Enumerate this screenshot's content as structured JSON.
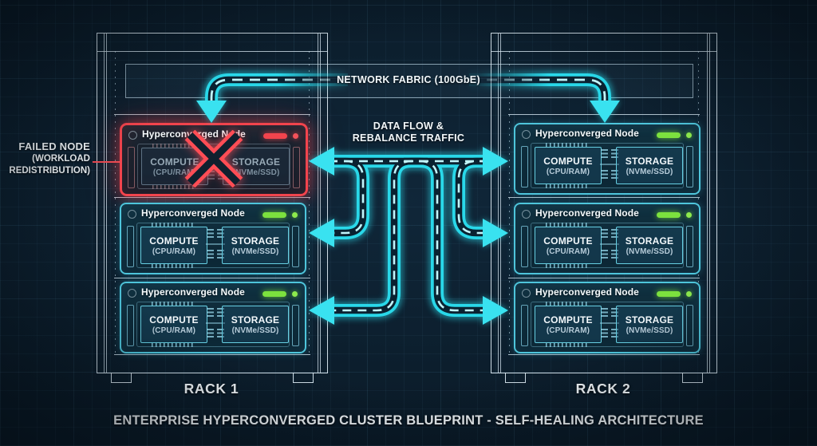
{
  "diagram_title": "ENTERPRISE HYPERCONVERGED CLUSTER BLUEPRINT - SELF-HEALING ARCHITECTURE",
  "network_fabric": {
    "label": "NETWORK FABRIC (100GbE)"
  },
  "data_flow_label": {
    "line1": "DATA FLOW &",
    "line2": "REBALANCE TRAFFIC"
  },
  "failed_node_callout": {
    "line1": "FAILED NODE",
    "line2": "(WORKLOAD",
    "line3": "REDISTRIBUTION)"
  },
  "node_template": {
    "title": "Hyperconverged Node",
    "compute": {
      "label": "COMPUTE",
      "sublabel": "(CPU/RAM)"
    },
    "storage": {
      "label": "STORAGE",
      "sublabel": "(NVMe/SSD)"
    }
  },
  "racks": [
    {
      "label": "RACK 1",
      "nodes": [
        {
          "status": "failed"
        },
        {
          "status": "healthy"
        },
        {
          "status": "healthy"
        }
      ]
    },
    {
      "label": "RACK 2",
      "nodes": [
        {
          "status": "healthy"
        },
        {
          "status": "healthy"
        },
        {
          "status": "healthy"
        }
      ]
    }
  ],
  "colors": {
    "background": "#0a1a27",
    "accent_cyan": "#29d8e9",
    "alert_red": "#f2444d",
    "ok_green": "#7ce13e",
    "frame_white": "#dfe9ef"
  }
}
